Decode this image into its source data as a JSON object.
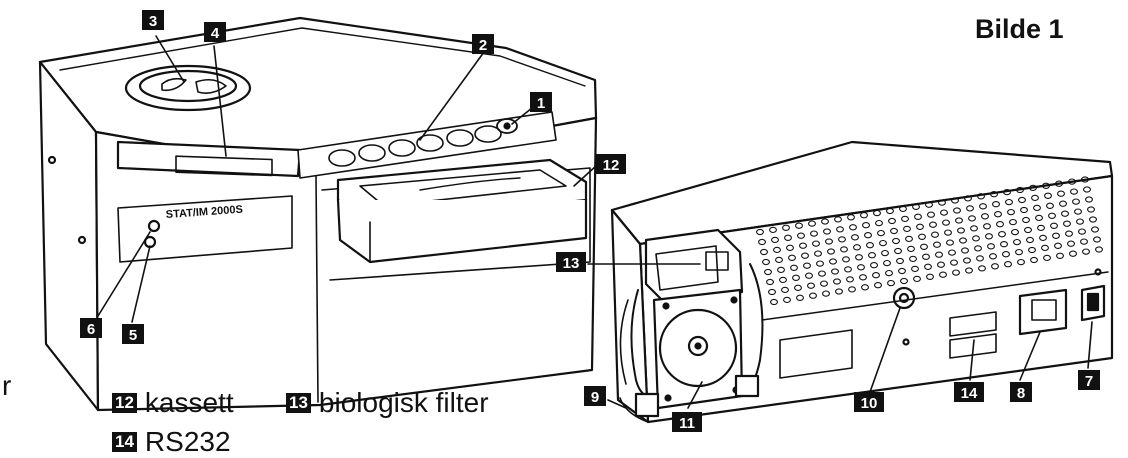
{
  "figure_title": "Bilde 1",
  "model_label": "STAT/IM 2000S",
  "callouts": [
    "1",
    "2",
    "3",
    "4",
    "5",
    "6",
    "7",
    "8",
    "9",
    "10",
    "11",
    "12",
    "13",
    "14"
  ],
  "legend": [
    {
      "num": "12",
      "text": "kassett"
    },
    {
      "num": "13",
      "text": "biologisk filter"
    },
    {
      "num": "14",
      "text": "RS232"
    }
  ],
  "edge_fragment": "r",
  "colors": {
    "line": "#111111",
    "fill": "#ffffff",
    "label_bg": "#111111",
    "label_fg": "#ffffff"
  }
}
